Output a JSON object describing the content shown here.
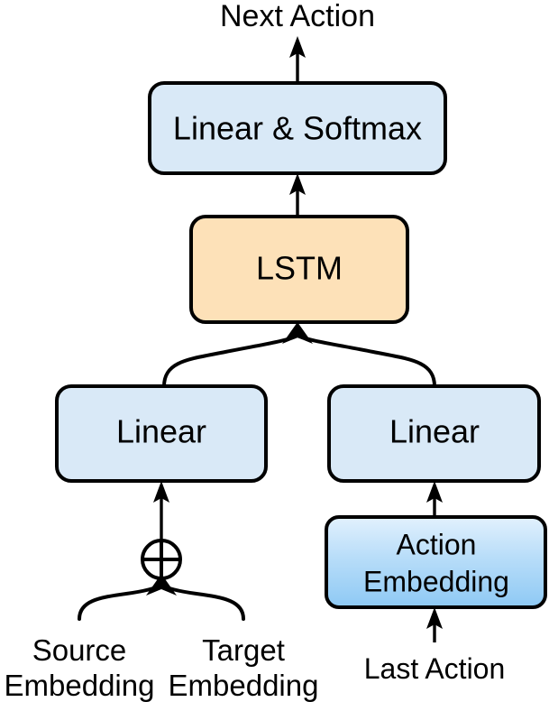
{
  "diagram": {
    "title": "Next Action",
    "colors": {
      "box_fill_blue": "#d9e9f7",
      "box_fill_orange": "#fde1b8",
      "gradient_top": "#dbeefd",
      "gradient_bottom": "#8cc9f4",
      "stroke": "#000000",
      "background": "#ffffff"
    },
    "nodes": {
      "output_label": "Next Action",
      "linear_softmax": "Linear & Softmax",
      "lstm": "LSTM",
      "linear_left": "Linear",
      "linear_right": "Linear",
      "action_embedding_line1": "Action",
      "action_embedding_line2": "Embedding",
      "source_embedding_line1": "Source",
      "source_embedding_line2": "Embedding",
      "target_embedding_line1": "Target",
      "target_embedding_line2": "Embedding",
      "last_action": "Last Action"
    },
    "operators": {
      "add": "⊕"
    }
  }
}
